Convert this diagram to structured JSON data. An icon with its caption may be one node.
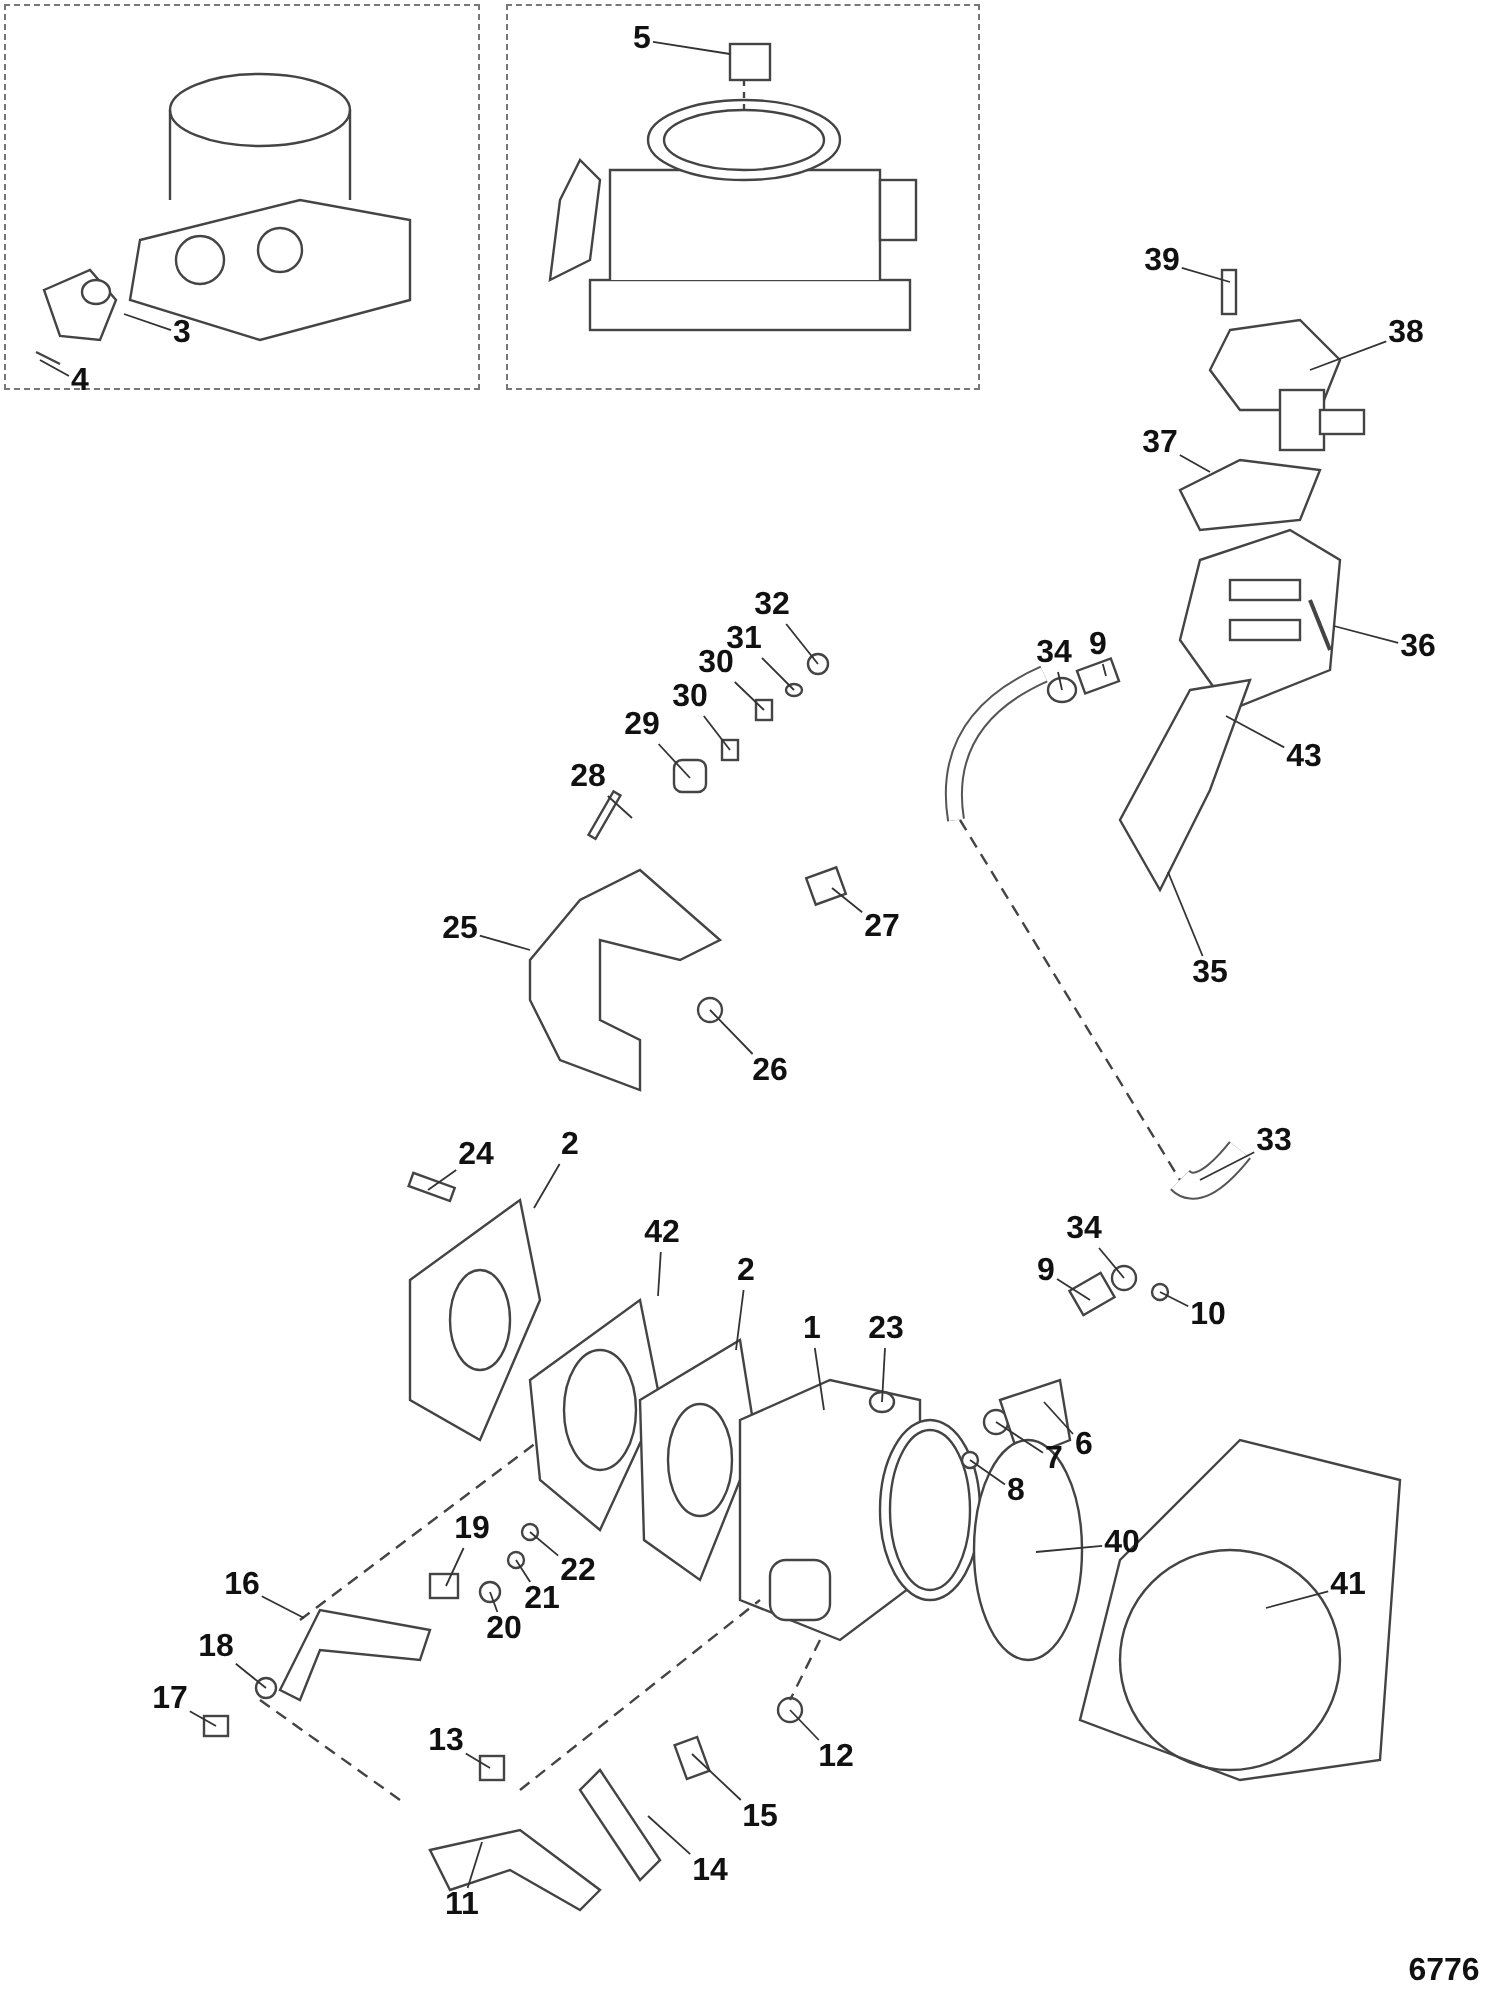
{
  "diagram": {
    "nodes": [
      {
        "text": [],
        "shape": "box"
      },
      {
        "text": [
          "3"
        ],
        "in": 0
      },
      {
        "text": [
          "4"
        ],
        "in": 0
      },
      {
        "text": [],
        "shape": "box"
      },
      {
        "text": [
          "5"
        ],
        "in": 3
      },
      {
        "text": [
          "39"
        ]
      },
      {
        "text": [
          "38"
        ]
      },
      {
        "text": [
          "37"
        ]
      },
      {
        "text": [
          "36"
        ]
      },
      {
        "text": [
          "34"
        ]
      },
      {
        "text": [
          "9"
        ]
      },
      {
        "text": [
          "32"
        ]
      },
      {
        "text": [
          "31"
        ]
      },
      {
        "text": [
          "30"
        ]
      },
      {
        "text": [
          "30"
        ]
      },
      {
        "text": [
          "29"
        ]
      },
      {
        "text": [
          "28"
        ]
      },
      {
        "text": [
          "43"
        ]
      },
      {
        "text": [
          "25"
        ]
      },
      {
        "text": [
          "27"
        ]
      },
      {
        "text": [
          "35"
        ]
      },
      {
        "text": [
          "26"
        ]
      },
      {
        "text": [
          "24"
        ]
      },
      {
        "text": [
          "2"
        ]
      },
      {
        "text": [
          "33"
        ]
      },
      {
        "text": [
          "42"
        ]
      },
      {
        "text": [
          "2"
        ]
      },
      {
        "text": [
          "1"
        ]
      },
      {
        "text": [
          "23"
        ]
      },
      {
        "text": [
          "34"
        ]
      },
      {
        "text": [
          "9"
        ]
      },
      {
        "text": [
          "10"
        ]
      },
      {
        "text": [
          "6"
        ]
      },
      {
        "text": [
          "7"
        ]
      },
      {
        "text": [
          "8"
        ]
      },
      {
        "text": [
          "40"
        ]
      },
      {
        "text": [
          "41"
        ]
      },
      {
        "text": [
          "19"
        ]
      },
      {
        "text": [
          "22"
        ]
      },
      {
        "text": [
          "21"
        ]
      },
      {
        "text": [
          "16"
        ]
      },
      {
        "text": [
          "20"
        ]
      },
      {
        "text": [
          "18"
        ]
      },
      {
        "text": [
          "17"
        ]
      },
      {
        "text": [
          "13"
        ]
      },
      {
        "text": [
          "12"
        ]
      },
      {
        "text": [
          "15"
        ]
      },
      {
        "text": [
          "14"
        ]
      },
      {
        "text": [
          "11"
        ]
      }
    ],
    "edges": [
      {
        "from": 1,
        "to": null,
        "arrow": "none"
      },
      {
        "from": 2,
        "to": null,
        "arrow": "none"
      },
      {
        "from": 4,
        "to": null,
        "arrow": "none"
      },
      {
        "from": 5,
        "to": null,
        "arrow": "none"
      },
      {
        "from": 6,
        "to": null,
        "arrow": "none"
      },
      {
        "from": 7,
        "to": null,
        "arrow": "none"
      },
      {
        "from": 8,
        "to": null,
        "arrow": "none"
      },
      {
        "from": 9,
        "to": null,
        "arrow": "none"
      },
      {
        "from": 10,
        "to": null,
        "arrow": "none"
      },
      {
        "from": 11,
        "to": null,
        "arrow": "none"
      },
      {
        "from": 12,
        "to": null,
        "arrow": "none"
      },
      {
        "from": 13,
        "to": null,
        "arrow": "none"
      },
      {
        "from": 14,
        "to": null,
        "arrow": "none"
      },
      {
        "from": 15,
        "to": null,
        "arrow": "none"
      },
      {
        "from": 16,
        "to": null,
        "arrow": "none"
      },
      {
        "from": 17,
        "to": null,
        "arrow": "none"
      },
      {
        "from": 18,
        "to": null,
        "arrow": "none"
      },
      {
        "from": 19,
        "to": null,
        "arrow": "none"
      },
      {
        "from": 20,
        "to": null,
        "arrow": "none"
      },
      {
        "from": 21,
        "to": null,
        "arrow": "none"
      },
      {
        "from": 22,
        "to": null,
        "arrow": "none"
      },
      {
        "from": 23,
        "to": null,
        "arrow": "none"
      },
      {
        "from": 24,
        "to": null,
        "arrow": "none"
      },
      {
        "from": 25,
        "to": null,
        "arrow": "none"
      },
      {
        "from": 26,
        "to": null,
        "arrow": "none"
      },
      {
        "from": 27,
        "to": null,
        "arrow": "none"
      },
      {
        "from": 28,
        "to": null,
        "arrow": "none"
      },
      {
        "from": 29,
        "to": null,
        "arrow": "none"
      },
      {
        "from": 30,
        "to": null,
        "arrow": "none"
      },
      {
        "from": 31,
        "to": null,
        "arrow": "none"
      },
      {
        "from": 32,
        "to": null,
        "arrow": "none"
      },
      {
        "from": 33,
        "to": null,
        "arrow": "none"
      },
      {
        "from": 34,
        "to": null,
        "arrow": "none"
      },
      {
        "from": 35,
        "to": null,
        "arrow": "none"
      },
      {
        "from": 36,
        "to": null,
        "arrow": "none"
      },
      {
        "from": 37,
        "to": null,
        "arrow": "none"
      },
      {
        "from": 38,
        "to": null,
        "arrow": "none"
      },
      {
        "from": 39,
        "to": null,
        "arrow": "none"
      },
      {
        "from": 40,
        "to": null,
        "arrow": "none"
      },
      {
        "from": 41,
        "to": null,
        "arrow": "none"
      },
      {
        "from": 42,
        "to": null,
        "arrow": "none"
      },
      {
        "from": 43,
        "to": null,
        "arrow": "none"
      },
      {
        "from": 44,
        "to": null,
        "arrow": "none"
      },
      {
        "from": 45,
        "to": null,
        "arrow": "none"
      },
      {
        "from": 46,
        "to": null,
        "arrow": "none"
      },
      {
        "from": 47,
        "to": null,
        "arrow": "none"
      },
      {
        "from": 48,
        "to": null,
        "arrow": "none"
      }
    ],
    "labels": [
      "6776"
    ]
  }
}
